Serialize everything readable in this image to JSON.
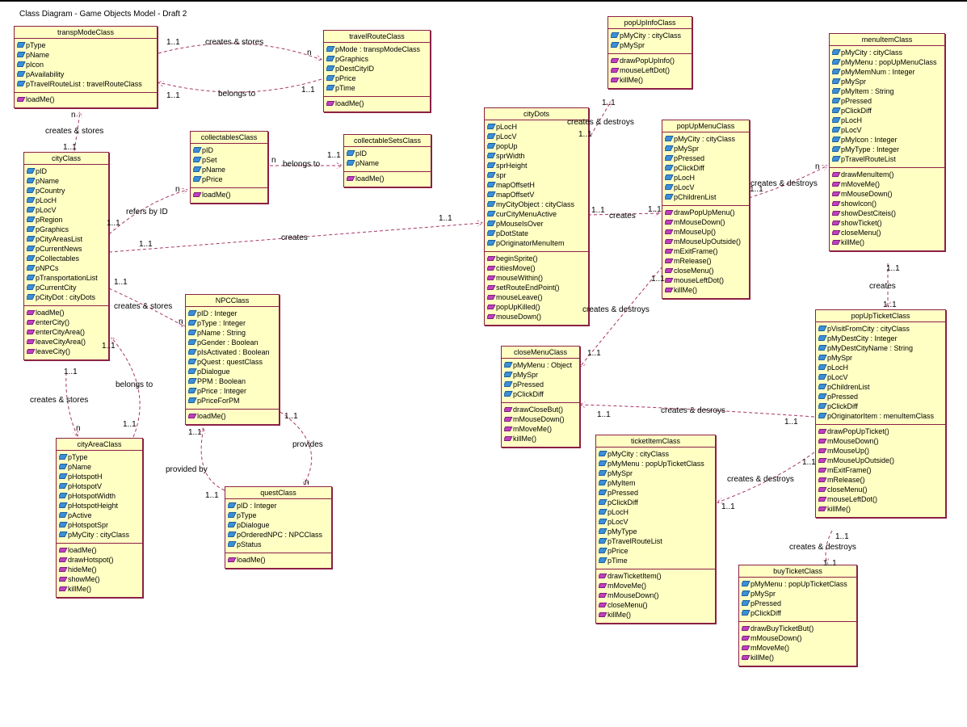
{
  "diagram": {
    "title": "Class Diagram - Game Objects Model - Draft 2"
  },
  "classes": [
    {
      "id": "transpModeClass",
      "name": "transpModeClass",
      "attributes": [
        "pType",
        "pName",
        "pIcon",
        "pAvailability",
        "pTravelRouteList : travelRouteClass"
      ],
      "operations": [
        "loadMe()"
      ]
    },
    {
      "id": "travelRouteClass",
      "name": "travelRouteClass",
      "attributes": [
        "pMode : transpModeClass",
        "pGraphics",
        "pDestCityID",
        "pPrice",
        "pTime"
      ],
      "operations": [
        "loadMe()"
      ]
    },
    {
      "id": "cityClass",
      "name": "cityClass",
      "attributes": [
        "pID",
        "pName",
        "pCountry",
        "pLocH",
        "pLocV",
        "pRegion",
        "pGraphics",
        "pCityAreasList",
        "pCurrentNews",
        "pCollectables",
        "pNPCs",
        "pTransportationList",
        "pCurrentCity",
        "pCityDot : cityDots"
      ],
      "operations": [
        "loadMe()",
        "enterCity()",
        "enterCityArea()",
        "leaveCityArea()",
        "leaveCity()"
      ]
    },
    {
      "id": "collectablesClass",
      "name": "collectablesClass",
      "attributes": [
        "pID",
        "pSet",
        "pName",
        "pPrice"
      ],
      "operations": [
        "loadMe()"
      ]
    },
    {
      "id": "collectableSetsClass",
      "name": "collectableSetsClass",
      "attributes": [
        "pID",
        "pName"
      ],
      "operations": [
        "loadMe()"
      ]
    },
    {
      "id": "NPCClass",
      "name": "NPCClass",
      "attributes": [
        "pID : Integer",
        "pType : Integer",
        "pName : String",
        "pGender : Boolean",
        "pIsActivated : Boolean",
        "pQuest : questClass",
        "pDialogue",
        "PPM : Boolean",
        "pPrice : Integer",
        "pPriceForPM"
      ],
      "operations": [
        "loadMe()"
      ]
    },
    {
      "id": "cityAreaClass",
      "name": "cityAreaClass",
      "attributes": [
        "pType",
        "pName",
        "pHotspotH",
        "pHotspotV",
        "pHotspotWidth",
        "pHotspotHeight",
        "pActive",
        "pHotspotSpr",
        "pMyCity : cityClass"
      ],
      "operations": [
        "loadMe()",
        "drawHotspot()",
        "hideMe()",
        "showMe()",
        "killMe()"
      ]
    },
    {
      "id": "questClass",
      "name": "questClass",
      "attributes": [
        "pID : Integer",
        "pType",
        "pDialogue",
        "pOrderedNPC : NPCClass",
        "pStatus"
      ],
      "operations": [
        "loadMe()"
      ]
    },
    {
      "id": "cityDots",
      "name": "cityDots",
      "attributes": [
        "pLocH",
        "pLocV",
        "popUp",
        "sprWidth",
        "sprHeight",
        "spr",
        "mapOffsetH",
        "mapOffsetV",
        "myCityObject : cityClass",
        "curCityMenuActive",
        "pMouseIsOver",
        "pDotState",
        "pOriginatorMenuItem"
      ],
      "operations": [
        "beginSprite()",
        "citiesMove()",
        "mouseWithin()",
        "setRouteEndPoint()",
        "mouseLeave()",
        "popUpKilled()",
        "mouseDown()"
      ]
    },
    {
      "id": "popUpInfoClass",
      "name": "popUpInfoClass",
      "attributes": [
        "pMyCity : cityClass",
        "pMySpr"
      ],
      "operations": [
        "drawPopUpInfo()",
        "mouseLeftDot()",
        "killMe()"
      ]
    },
    {
      "id": "popUpMenuClass",
      "name": "popUpMenuClass",
      "attributes": [
        "pMyCity : cityClass",
        "pMySpr",
        "pPressed",
        "pClickDiff",
        "pLocH",
        "pLocV",
        "pChildrenList"
      ],
      "operations": [
        "drawPopUpMenu()",
        "mMouseDown()",
        "mMouseUp()",
        "mMouseUpOutside()",
        "mExitFrame()",
        "mRelease()",
        "closeMenu()",
        "mouseLeftDot()",
        "killMe()"
      ]
    },
    {
      "id": "menuItemClass",
      "name": "menuItemClass",
      "attributes": [
        "pMyCity : cityClass",
        "pMyMenu : popUpMenuClass",
        "pMyMemNum : Integer",
        "pMySpr",
        "pMyItem : String",
        "pPressed",
        "pClickDiff",
        "pLocH",
        "pLocV",
        "pMyIcon : Integer",
        "pMyType : Integer",
        "pTravelRouteList"
      ],
      "operations": [
        "drawMenuItem()",
        "mMoveMe()",
        "mMouseDown()",
        "showIcon()",
        "showDestCiteis()",
        "showTicket()",
        "closeMenu()",
        "killMe()"
      ]
    },
    {
      "id": "closeMenuClass",
      "name": "closeMenuClass",
      "attributes": [
        "pMyMenu : Object",
        "pMySpr",
        "pPressed",
        "pClickDiff"
      ],
      "operations": [
        "drawCloseBut()",
        "mMouseDown()",
        "mMoveMe()",
        "killMe()"
      ]
    },
    {
      "id": "popUpTicketClass",
      "name": "popUpTicketClass",
      "attributes": [
        "pVisitFromCity : cityClass",
        "pMyDestCity : Integer",
        "pMyDestCityName : String",
        "pMySpr",
        "pLocH",
        "pLocV",
        "pChildrenList",
        "pPressed",
        "pClickDiff",
        "pOriginatorItem : menuItemClass"
      ],
      "operations": [
        "drawPopUpTicket()",
        "mMouseDown()",
        "mMouseUp()",
        "mMouseUpOutside()",
        "mExitFrame()",
        "mRelease()",
        "closeMenu()",
        "mouseLeftDot()",
        "killMe()"
      ]
    },
    {
      "id": "ticketItemClass",
      "name": "ticketItemClass",
      "attributes": [
        "pMyCity : cityClass",
        "pMyMenu : popUpTicketClass",
        "pMySpr",
        "pMyItem",
        "pPressed",
        "pClickDiff",
        "pLocH",
        "pLocV",
        "pMyType",
        "pTravelRouteList",
        "pPrice",
        "pTime"
      ],
      "operations": [
        "drawTicketItem()",
        "mMoveMe()",
        "mMouseDown()",
        "closeMenu()",
        "killMe()"
      ]
    },
    {
      "id": "buyTicketClass",
      "name": "buyTicketClass",
      "attributes": [
        "pMyMenu : popUpTicketClass",
        "pMySpr",
        "pPressed",
        "pClickDiff"
      ],
      "operations": [
        "drawBuyTicketBut()",
        "mMouseDown()",
        "mMoveMe()",
        "killMe()"
      ]
    }
  ],
  "relationships": [
    {
      "id": "r1",
      "from": "transpModeClass",
      "to": "travelRouteClass",
      "label": "creates & stores",
      "from_mult": "1..1",
      "to_mult": "n"
    },
    {
      "id": "r2",
      "from": "travelRouteClass",
      "to": "transpModeClass",
      "label": "belongs to",
      "from_mult": "1..1",
      "to_mult": "1..1"
    },
    {
      "id": "r3",
      "from": "cityClass",
      "to": "transpModeClass",
      "label": "creates & stores",
      "from_mult": "1..1",
      "to_mult": "n"
    },
    {
      "id": "r4",
      "from": "cityClass",
      "to": "collectablesClass",
      "label": "refers by ID",
      "from_mult": "1..1",
      "to_mult": "n"
    },
    {
      "id": "r5",
      "from": "collectablesClass",
      "to": "collectableSetsClass",
      "label": "belongs to",
      "from_mult": "n",
      "to_mult": "1..1"
    },
    {
      "id": "r6",
      "from": "cityClass",
      "to": "cityDots",
      "label": "creates",
      "from_mult": "1..1",
      "to_mult": "1..1"
    },
    {
      "id": "r7",
      "from": "cityClass",
      "to": "NPCClass",
      "label": "creates & stores",
      "from_mult": "1..1",
      "to_mult": "n"
    },
    {
      "id": "r8",
      "from": "cityClass",
      "to": "cityAreaClass",
      "label": "creates & stores",
      "from_mult": "1..1",
      "to_mult": "n"
    },
    {
      "id": "r9",
      "from": "cityAreaClass",
      "to": "cityClass",
      "label": "belongs to",
      "from_mult": "1..1",
      "to_mult": "1..1"
    },
    {
      "id": "r10",
      "from": "NPCClass",
      "to": "questClass",
      "label": "provides",
      "from_mult": "1..1",
      "to_mult": "n"
    },
    {
      "id": "r11",
      "from": "questClass",
      "to": "NPCClass",
      "label": "provided by",
      "from_mult": "1..1",
      "to_mult": "1..1"
    },
    {
      "id": "r12",
      "from": "cityDots",
      "to": "popUpInfoClass",
      "label": "creates & destroys",
      "from_mult": "1..1",
      "to_mult": "1..1"
    },
    {
      "id": "r13",
      "from": "cityDots",
      "to": "popUpMenuClass",
      "label": "creates",
      "from_mult": "1..1",
      "to_mult": "1..1"
    },
    {
      "id": "r14",
      "from": "popUpMenuClass",
      "to": "menuItemClass",
      "label": "creates & destroys",
      "from_mult": "1..1",
      "to_mult": "n"
    },
    {
      "id": "r15",
      "from": "popUpMenuClass",
      "to": "closeMenuClass",
      "label": "creates & destroys",
      "from_mult": "1..1",
      "to_mult": "1..1"
    },
    {
      "id": "r16",
      "from": "menuItemClass",
      "to": "popUpTicketClass",
      "label": "creates",
      "from_mult": "1..1",
      "to_mult": "1..1"
    },
    {
      "id": "r17",
      "from": "popUpTicketClass",
      "to": "closeMenuClass",
      "label": "creates & desroys",
      "from_mult": "1..1",
      "to_mult": "1..1"
    },
    {
      "id": "r18",
      "from": "popUpTicketClass",
      "to": "ticketItemClass",
      "label": "creates & destroys",
      "from_mult": "1..1",
      "to_mult": "1..1"
    },
    {
      "id": "r19",
      "from": "popUpTicketClass",
      "to": "buyTicketClass",
      "label": "creates & destroys",
      "from_mult": "1..1",
      "to_mult": "1..1"
    }
  ],
  "colors": {
    "class_fill": "#ffffc4",
    "class_border": "#8c1f45",
    "link_line": "#a8376b",
    "attribute_icon": "#3c8fd8",
    "operation_icon": "#c040c0"
  },
  "icons": {
    "attribute": "attribute-icon",
    "operation": "operation-icon"
  }
}
